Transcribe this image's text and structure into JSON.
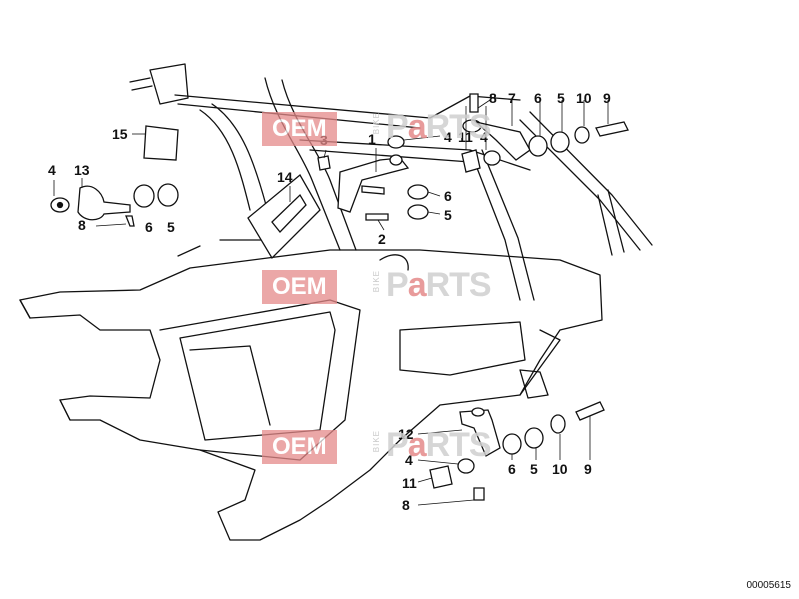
{
  "diagram": {
    "callouts": [
      "1",
      "2",
      "3",
      "4",
      "5",
      "6",
      "7",
      "8",
      "9",
      "10",
      "11",
      "12",
      "13",
      "14",
      "15"
    ],
    "reference": "00005615"
  },
  "watermark": {
    "oem": "OEM",
    "bike": "BIKE",
    "parts_p": "P",
    "parts_a": "a",
    "parts_rest": "RTS"
  }
}
